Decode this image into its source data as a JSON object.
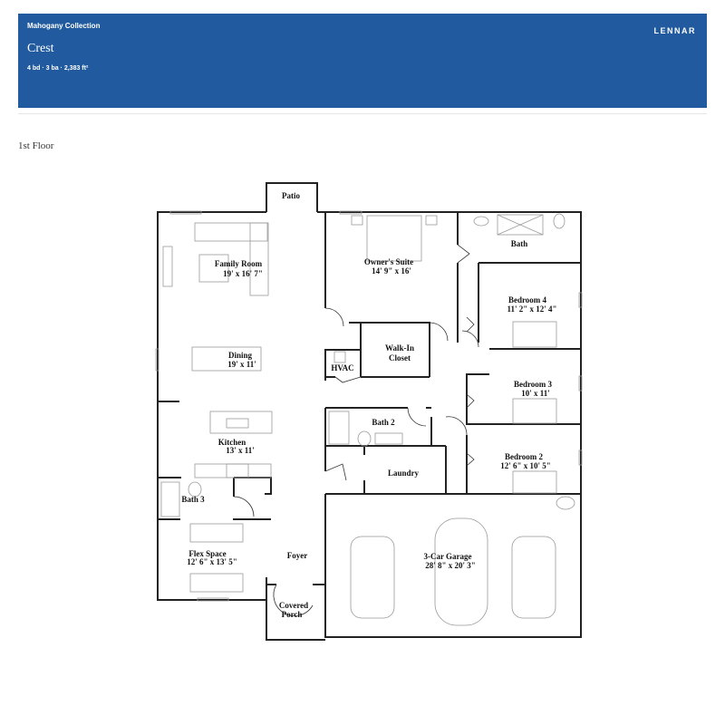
{
  "header": {
    "collection": "Mahogany Collection",
    "title": "Crest",
    "stats": "4 bd · 3 ba · 2,383 ft²",
    "brand": "LENNAR",
    "background_color": "#215a9e"
  },
  "floor": {
    "label": "1st Floor"
  },
  "rooms": {
    "patio": {
      "name": "Patio"
    },
    "family_room": {
      "name": "Family Room",
      "dims": "19' x 16' 7\""
    },
    "owners_suite": {
      "name": "Owner's Suite",
      "dims": "14' 9\" x 16'"
    },
    "bath": {
      "name": "Bath"
    },
    "bedroom4": {
      "name": "Bedroom 4",
      "dims": "11' 2\" x 12' 4\""
    },
    "walk_in_closet": {
      "name": "Walk-In",
      "name2": "Closet"
    },
    "hvac": {
      "name": "HVAC"
    },
    "dining": {
      "name": "Dining",
      "dims": "19' x 11'"
    },
    "bedroom3": {
      "name": "Bedroom 3",
      "dims": "10' x 11'"
    },
    "bath2": {
      "name": "Bath 2"
    },
    "kitchen": {
      "name": "Kitchen",
      "dims": "13' x 11'"
    },
    "bedroom2": {
      "name": "Bedroom 2",
      "dims": "12' 6\" x 10' 5\""
    },
    "laundry": {
      "name": "Laundry"
    },
    "bath3": {
      "name": "Bath 3"
    },
    "flex_space": {
      "name": "Flex Space",
      "dims": "12' 6\" x 13' 5\""
    },
    "foyer": {
      "name": "Foyer"
    },
    "garage": {
      "name": "3-Car Garage",
      "dims": "28' 8\" x 20' 3\""
    },
    "covered_porch": {
      "name": "Covered",
      "name2": "Porch"
    }
  }
}
